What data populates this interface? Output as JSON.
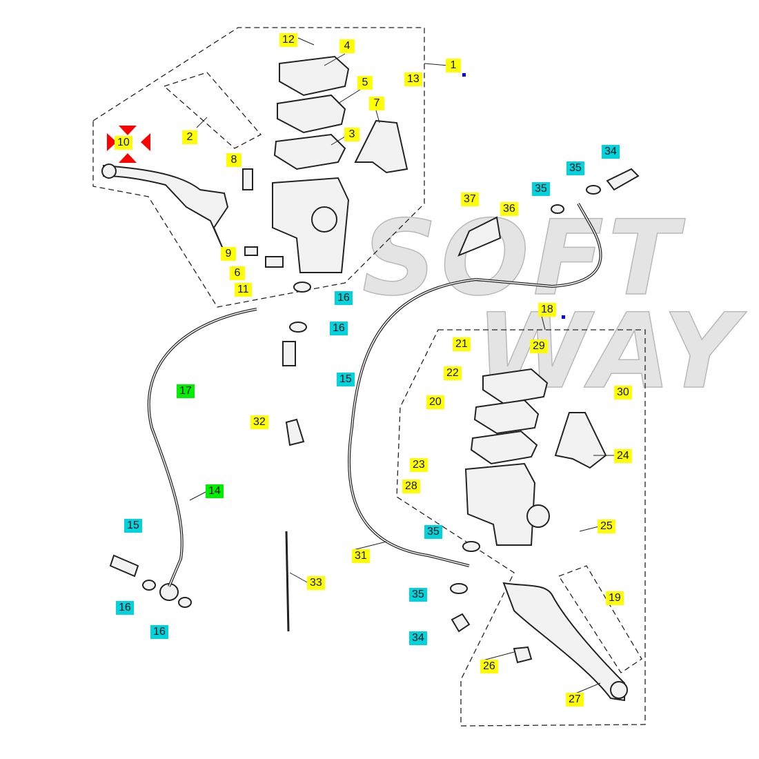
{
  "diagram": {
    "title": "Front brake master cylinder assembly (exploded view)",
    "watermark": [
      "SOFT",
      "WAY"
    ],
    "colors": {
      "standard": "#ffff00",
      "shared": "#00d3dc",
      "hose": "#00ee00",
      "selected": "#ff0000"
    },
    "selected_part": "10",
    "callouts": [
      {
        "n": "12",
        "c": "yellow"
      },
      {
        "n": "4",
        "c": "yellow"
      },
      {
        "n": "1",
        "c": "yellow"
      },
      {
        "n": "13",
        "c": "yellow"
      },
      {
        "n": "5",
        "c": "yellow"
      },
      {
        "n": "7",
        "c": "yellow"
      },
      {
        "n": "2",
        "c": "yellow"
      },
      {
        "n": "3",
        "c": "yellow"
      },
      {
        "n": "10",
        "c": "yellow"
      },
      {
        "n": "8",
        "c": "yellow"
      },
      {
        "n": "34",
        "c": "cyan"
      },
      {
        "n": "35",
        "c": "cyan"
      },
      {
        "n": "35",
        "c": "cyan"
      },
      {
        "n": "37",
        "c": "yellow"
      },
      {
        "n": "36",
        "c": "yellow"
      },
      {
        "n": "9",
        "c": "yellow"
      },
      {
        "n": "6",
        "c": "yellow"
      },
      {
        "n": "11",
        "c": "yellow"
      },
      {
        "n": "16",
        "c": "cyan"
      },
      {
        "n": "18",
        "c": "yellow"
      },
      {
        "n": "16",
        "c": "cyan"
      },
      {
        "n": "21",
        "c": "yellow"
      },
      {
        "n": "29",
        "c": "yellow"
      },
      {
        "n": "22",
        "c": "yellow"
      },
      {
        "n": "15",
        "c": "cyan"
      },
      {
        "n": "17",
        "c": "green"
      },
      {
        "n": "30",
        "c": "yellow"
      },
      {
        "n": "20",
        "c": "yellow"
      },
      {
        "n": "32",
        "c": "yellow"
      },
      {
        "n": "24",
        "c": "yellow"
      },
      {
        "n": "23",
        "c": "yellow"
      },
      {
        "n": "28",
        "c": "yellow"
      },
      {
        "n": "14",
        "c": "green"
      },
      {
        "n": "15",
        "c": "cyan"
      },
      {
        "n": "25",
        "c": "yellow"
      },
      {
        "n": "35",
        "c": "cyan"
      },
      {
        "n": "31",
        "c": "yellow"
      },
      {
        "n": "33",
        "c": "yellow"
      },
      {
        "n": "35",
        "c": "cyan"
      },
      {
        "n": "19",
        "c": "yellow"
      },
      {
        "n": "16",
        "c": "cyan"
      },
      {
        "n": "16",
        "c": "cyan"
      },
      {
        "n": "34",
        "c": "cyan"
      },
      {
        "n": "26",
        "c": "yellow"
      },
      {
        "n": "27",
        "c": "yellow"
      }
    ]
  }
}
